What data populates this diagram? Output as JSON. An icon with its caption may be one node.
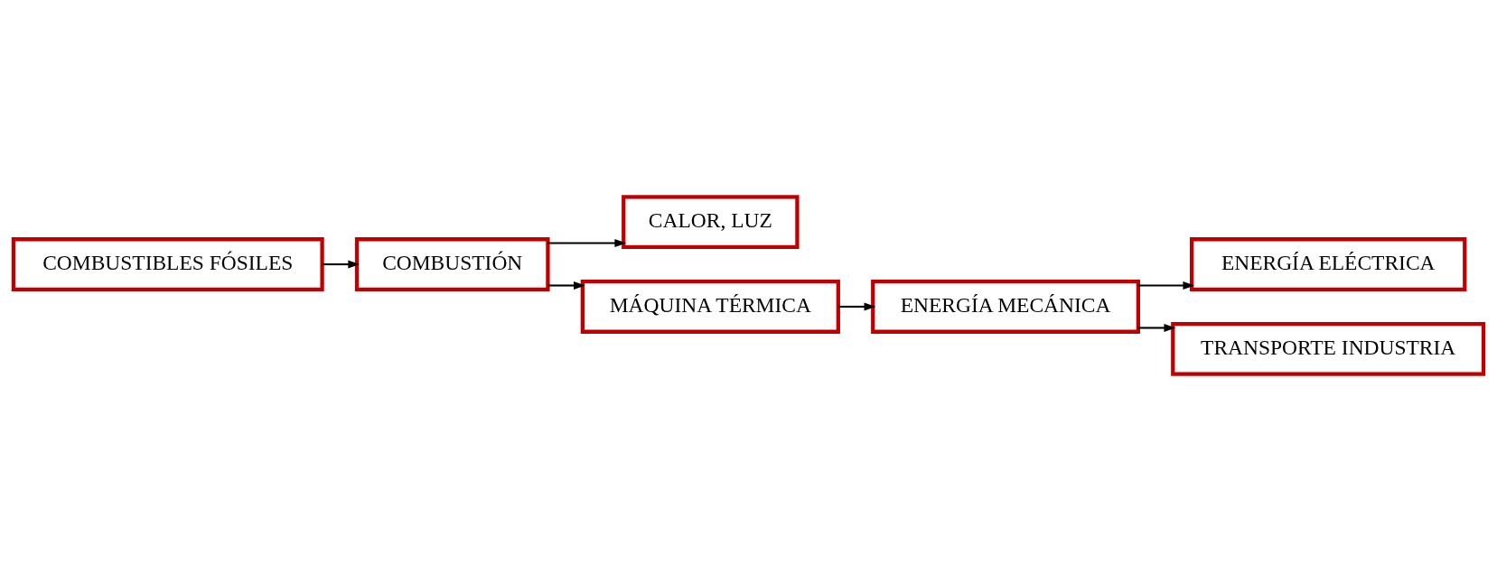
{
  "diagram": {
    "nodes": [
      {
        "text": [
          "COMBUSTIBLES FÓSILES"
        ]
      },
      {
        "text": [
          "COMBUSTIÓN"
        ]
      },
      {
        "text": [
          "CALOR, LUZ"
        ]
      },
      {
        "text": [
          "MÁQUINA TÉRMICA"
        ]
      },
      {
        "text": [
          "ENERGÍA MECÁNICA"
        ]
      },
      {
        "text": [
          "ENERGÍA ELÉCTRICA"
        ]
      },
      {
        "text": [
          "TRANSPORTE INDUSTRIA"
        ]
      }
    ],
    "edges": [
      {
        "from": 0,
        "to": 1,
        "arrow": "to"
      },
      {
        "from": 1,
        "to": 2,
        "arrow": "to"
      },
      {
        "from": 1,
        "to": 3,
        "arrow": "to"
      },
      {
        "from": 3,
        "to": 4,
        "arrow": "to"
      },
      {
        "from": 4,
        "to": 5,
        "arrow": "to"
      },
      {
        "from": 4,
        "to": 6,
        "arrow": "to"
      }
    ]
  }
}
